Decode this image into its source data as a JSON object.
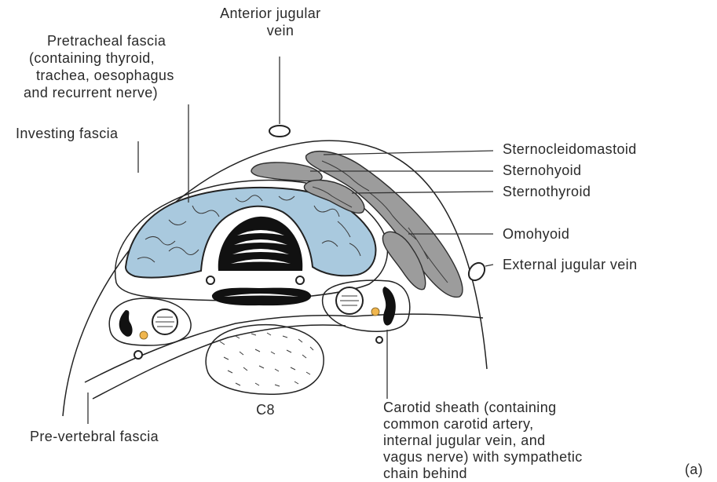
{
  "diagram": {
    "labels": {
      "anterior_jugular_vein": [
        "Anterior jugular",
        "vein"
      ],
      "pretracheal_fascia": [
        "Pretracheal fascia",
        "(containing thyroid,",
        "trachea, oesophagus",
        "and recurrent nerve)"
      ],
      "investing_fascia": [
        "Investing fascia"
      ],
      "sternocleidomastoid": [
        "Sternocleidomastoid"
      ],
      "sternohyoid": [
        "Sternohyoid"
      ],
      "sternothyroid": [
        "Sternothyroid"
      ],
      "omohyoid": [
        "Omohyoid"
      ],
      "external_jugular_vein": [
        "External jugular vein"
      ],
      "carotid_sheath": [
        "Carotid sheath (containing",
        "common carotid artery,",
        "internal jugular vein, and",
        "vagus nerve) with sympathetic",
        "chain behind"
      ],
      "pre_vertebral_fascia": [
        "Pre-vertebral fascia"
      ],
      "vertebra": [
        "C8"
      ],
      "panel_letter": [
        "(a)"
      ]
    },
    "colors": {
      "thyroid": "#a9c9de",
      "muscle": "#9c9c9c",
      "nerve": "#f0b64e",
      "outline": "#222222"
    }
  }
}
